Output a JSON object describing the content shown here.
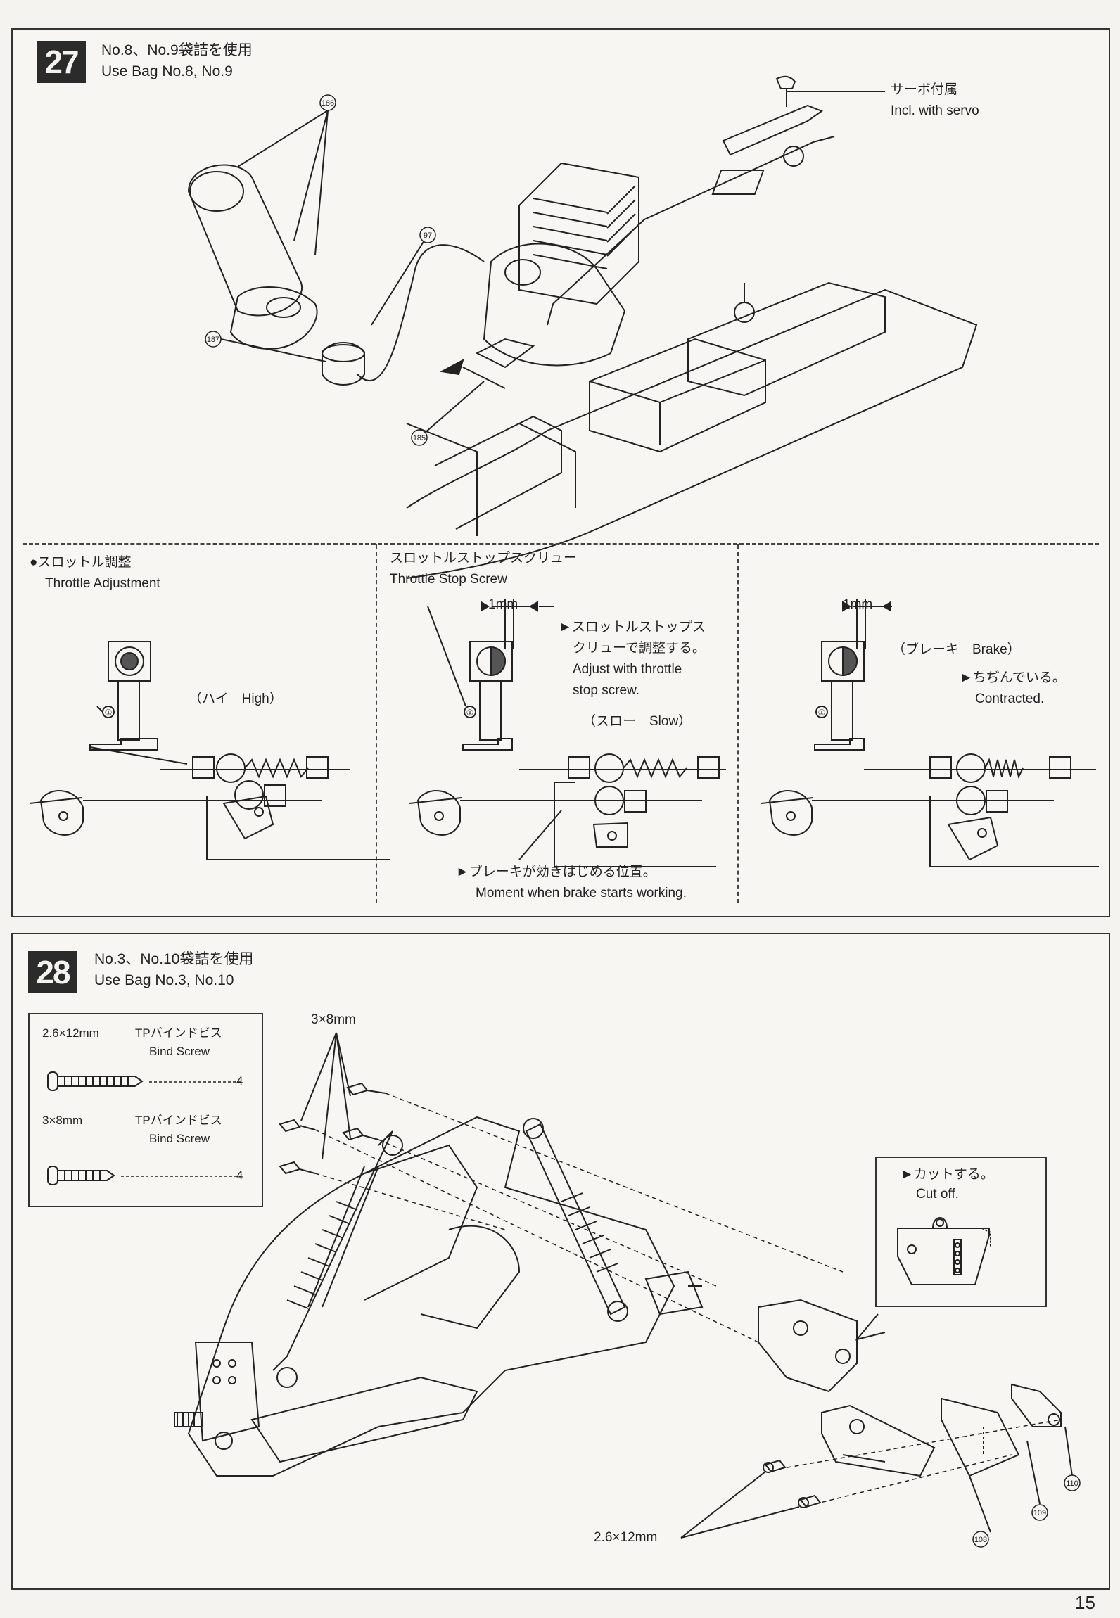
{
  "step27": {
    "number": "27",
    "bag_jp": "No.8、No.9袋詰を使用",
    "bag_en": "Use Bag No.8, No.9",
    "servo_jp": "サーボ付属",
    "servo_en": "Incl. with servo",
    "callouts": [
      "186",
      "97",
      "187",
      "185"
    ],
    "throttle": {
      "title_jp": "●スロットル調整",
      "title_en": "Throttle Adjustment",
      "high_label": "（ハイ　High）",
      "stop_screw_jp": "スロットルストップスクリュー",
      "stop_screw_en": "Throttle Stop Screw",
      "gap_label": "1mm",
      "adjust_jp_1": "►スロットルストップス",
      "adjust_jp_2": "クリューで調整する。",
      "adjust_en_1": "Adjust  with  throttle",
      "adjust_en_2": "stop screw.",
      "slow_label": "（スロー　Slow）",
      "brake_jp": "►ブレーキが効きはじめる位置。",
      "brake_en": "Moment when brake starts working.",
      "gap_label_2": "1mm",
      "brake_label": "（ブレーキ　Brake）",
      "contracted_jp": "►ちぢんでいる。",
      "contracted_en": "Contracted.",
      "servo_callout": "①"
    }
  },
  "step28": {
    "number": "28",
    "bag_jp": "No.3、No.10袋詰を使用",
    "bag_en": "Use Bag No.3, No.10",
    "legend": [
      {
        "size": "2.6×12mm",
        "type_jp": "TPバインドビス",
        "type_en": "Bind Screw",
        "qty": "4"
      },
      {
        "size": "3×8mm",
        "type_jp": "TPバインドビス",
        "type_en": "Bind Screw",
        "qty": "4"
      }
    ],
    "screw_label_top": "3×8mm",
    "screw_label_bottom": "2.6×12mm",
    "cut_jp": "►カットする。",
    "cut_en": "Cut off.",
    "callouts": [
      "110",
      "108",
      "109"
    ]
  },
  "page_number": "15"
}
